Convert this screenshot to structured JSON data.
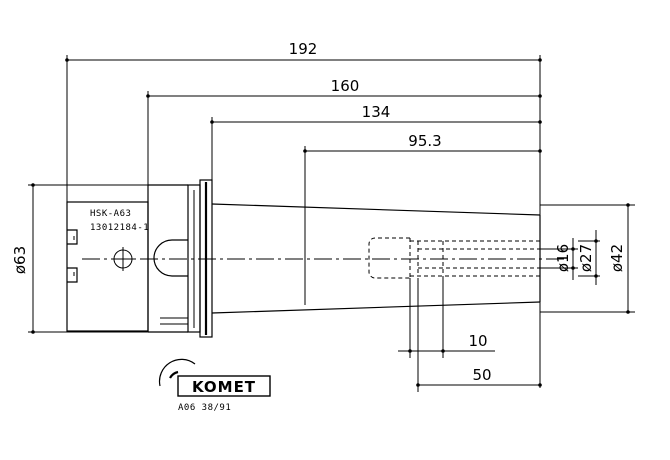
{
  "dimensions": {
    "d192": "192",
    "d160": "160",
    "d134": "134",
    "d95_3": "95.3",
    "d10": "10",
    "d50": "50",
    "dia63": "ø63",
    "dia16": "ø16",
    "dia27": "ø27",
    "dia42": "ø42"
  },
  "labels": {
    "line1": "HSK-A63",
    "line2": "13012184-1"
  },
  "logo": {
    "brand": "KOMET",
    "code": "A06 38/91"
  }
}
